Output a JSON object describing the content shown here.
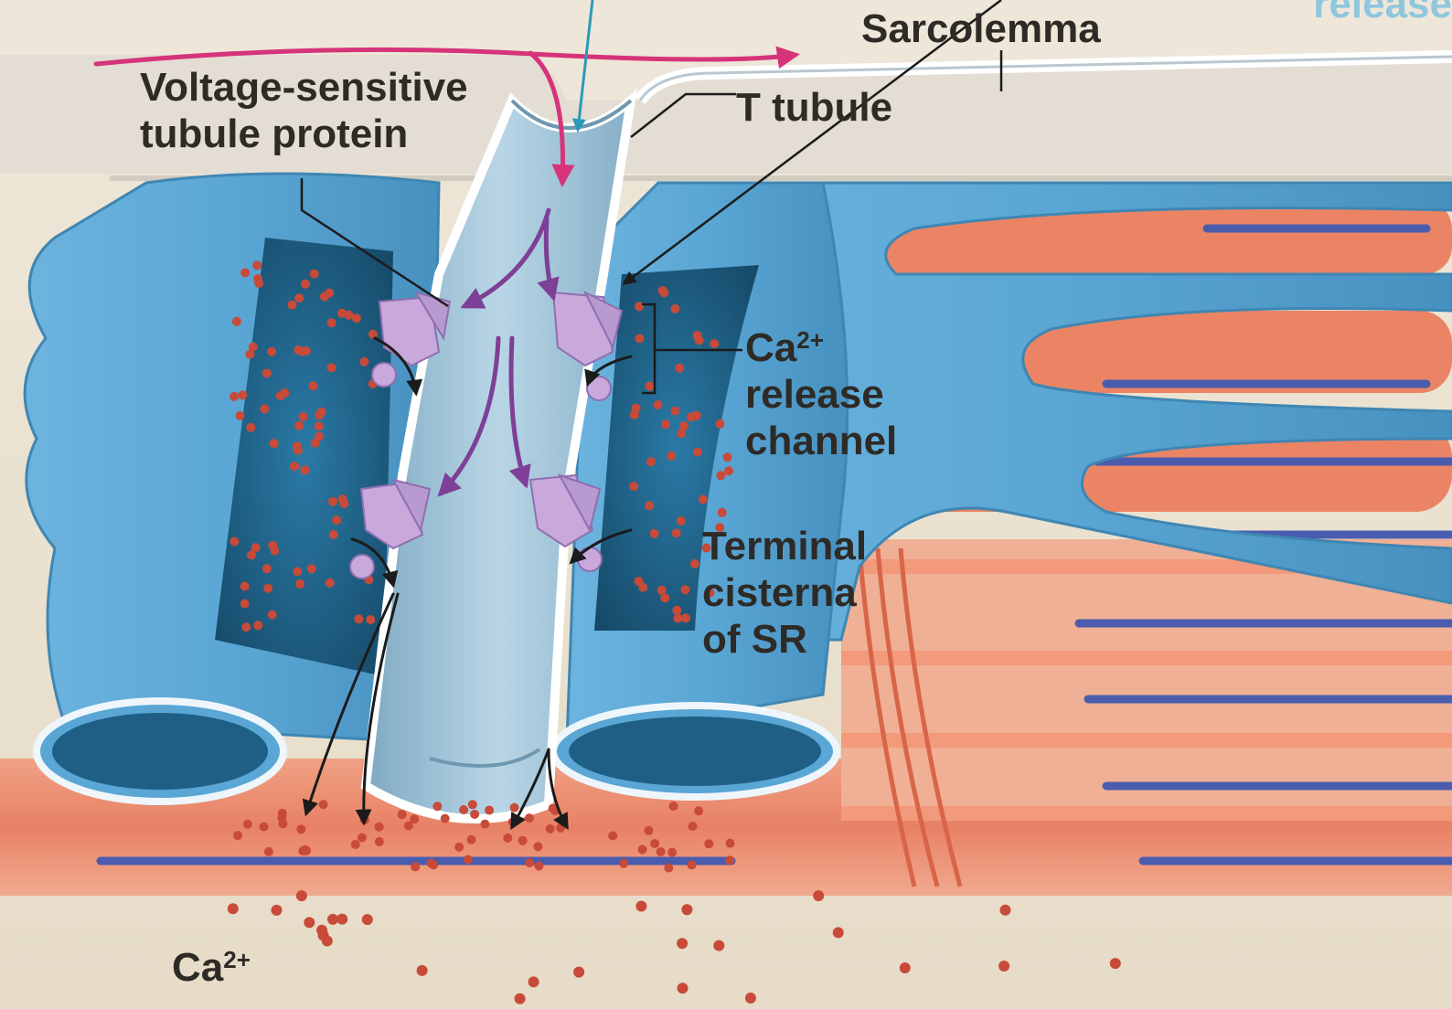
{
  "labels": {
    "voltage_sensitive": [
      "Voltage-sensitive",
      "tubule protein"
    ],
    "sarcolemma": "Sarcolemma",
    "t_tubule": "T tubule",
    "ca_release": {
      "ion": "Ca",
      "charge": "2+",
      "rest": [
        "release",
        "channel"
      ]
    },
    "terminal_cisterna": [
      "Terminal",
      "cisterna",
      "of SR"
    ],
    "ca_bottom": {
      "ion": "Ca",
      "charge": "2+"
    },
    "corner_fragment": "release"
  },
  "colors": {
    "background": "#ece3d2",
    "sarcolemma_surface": "#e6e1d8",
    "t_tubule": "#9fc4d8",
    "sarcoplasmic_reticulum": "#5aa6d4",
    "sr_lumen": "#1e5f86",
    "myofibril": "#e8775a",
    "thin_filament": "#4a5cae",
    "calcium_ion": "#c84a38",
    "channel_protein": "#c9a8dc",
    "action_potential_arrow": "#d6337a",
    "calcium_flow_arrow": "#7e3f97",
    "leader_line": "#222222"
  }
}
